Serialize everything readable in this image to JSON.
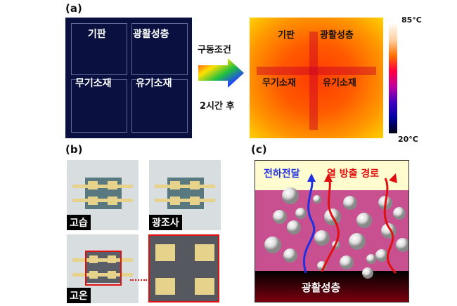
{
  "panel_a": {
    "label": "(a)",
    "left_labels": [
      "기판",
      "광활성층",
      "무기소재",
      "유기소재"
    ],
    "condition_top": "구동조건",
    "condition_bottom": "2시간 후",
    "right_labels": [
      "기판",
      "광활성층",
      "무기소재",
      "유기소재"
    ],
    "colorbar_max": "85°C",
    "colorbar_min": "20°C"
  },
  "panel_b": {
    "label": "(b)",
    "tags": [
      "고습",
      "광조사",
      "고온"
    ]
  },
  "panel_c": {
    "label": "(c)",
    "charge_label": "전하전달",
    "heat_label": "열 방출 경로",
    "layer_label": "광활성층",
    "colors": {
      "charge": "#2030e0",
      "heat": "#e01010"
    }
  }
}
